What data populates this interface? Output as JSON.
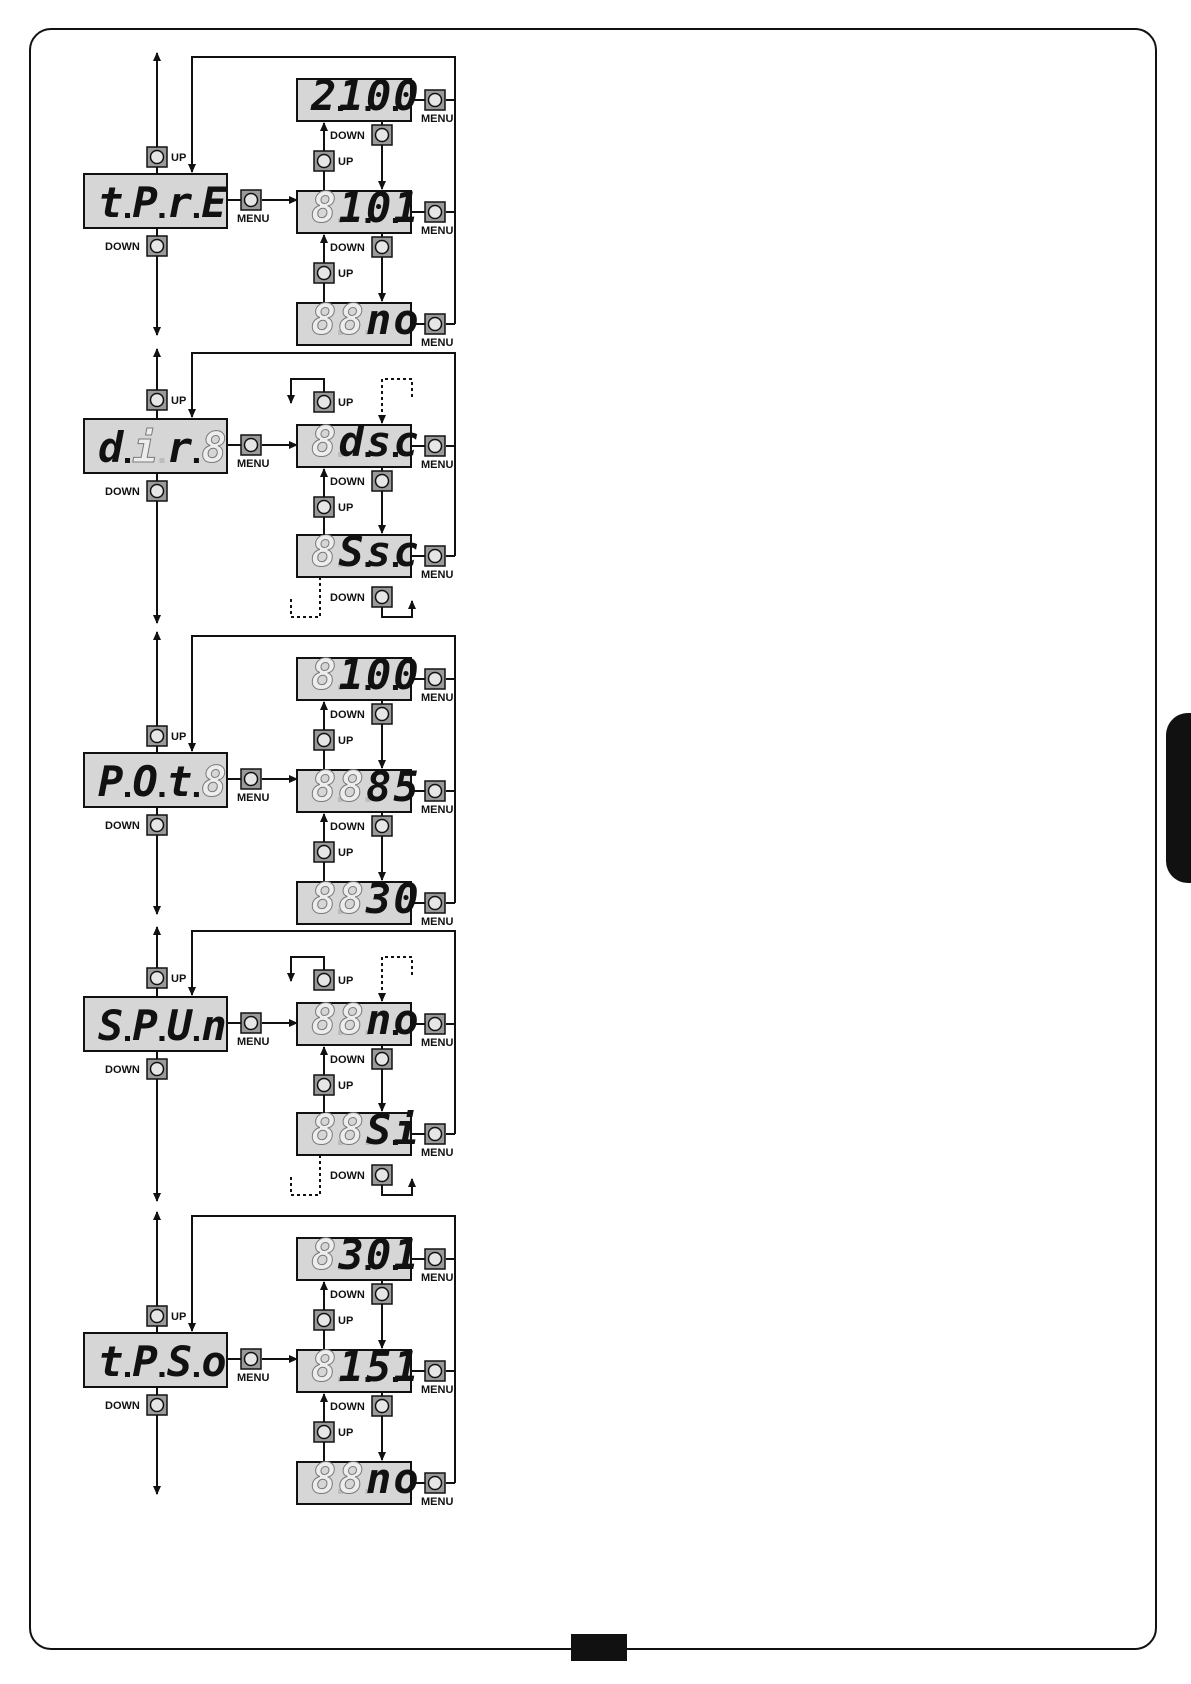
{
  "labels": {
    "up": "UP",
    "down": "DOWN",
    "menu": "MENU"
  },
  "colors": {
    "display_fill": "#d6d6d6",
    "button_fill": "#9a9a9a",
    "ink": "#111111"
  },
  "blocks": [
    {
      "id": "tprE",
      "param": [
        [
          "t",
          true,
          true
        ],
        [
          "P",
          true,
          true
        ],
        [
          "r",
          true,
          true
        ],
        [
          "E",
          true,
          false
        ]
      ],
      "values": [
        [
          [
            "2",
            true,
            true
          ],
          [
            "1",
            true,
            true
          ],
          [
            "0",
            true,
            true
          ],
          [
            "0",
            true,
            false
          ]
        ],
        [
          [
            "8",
            false,
            true
          ],
          [
            "1",
            true,
            true
          ],
          [
            "0",
            true,
            true
          ],
          [
            "1",
            true,
            false
          ]
        ],
        [
          [
            "8",
            false,
            true
          ],
          [
            "8",
            false,
            true
          ],
          [
            "n",
            true,
            false
          ],
          [
            "o",
            true,
            false
          ]
        ]
      ],
      "kind": "vertical"
    },
    {
      "id": "dir",
      "param": [
        [
          "d",
          true,
          true
        ],
        [
          "i",
          false,
          true
        ],
        [
          "r",
          true,
          true
        ],
        [
          "8",
          false,
          false
        ]
      ],
      "values": [
        [
          [
            "8",
            false,
            true
          ],
          [
            "d",
            true,
            true
          ],
          [
            "s",
            true,
            true
          ],
          [
            "c",
            true,
            false
          ]
        ],
        [
          [
            "8",
            false,
            true
          ],
          [
            "S",
            true,
            true
          ],
          [
            "s",
            true,
            true
          ],
          [
            "c",
            true,
            false
          ]
        ]
      ],
      "kind": "loop"
    },
    {
      "id": "Pot",
      "param": [
        [
          "P",
          true,
          true
        ],
        [
          "O",
          true,
          true
        ],
        [
          "t",
          true,
          true
        ],
        [
          "8",
          false,
          false
        ]
      ],
      "values": [
        [
          [
            "8",
            false,
            true
          ],
          [
            "1",
            true,
            true
          ],
          [
            "0",
            true,
            true
          ],
          [
            "0",
            true,
            false
          ]
        ],
        [
          [
            "8",
            false,
            true
          ],
          [
            "8",
            false,
            true
          ],
          [
            "8",
            true,
            false
          ],
          [
            "5",
            true,
            false
          ]
        ],
        [
          [
            "8",
            false,
            true
          ],
          [
            "8",
            false,
            true
          ],
          [
            "3",
            true,
            false
          ],
          [
            "0",
            true,
            false
          ]
        ]
      ],
      "kind": "vertical"
    },
    {
      "id": "SPUn",
      "param": [
        [
          "S",
          true,
          true
        ],
        [
          "P",
          true,
          true
        ],
        [
          "U",
          true,
          true
        ],
        [
          "n",
          true,
          false
        ]
      ],
      "values": [
        [
          [
            "8",
            false,
            true
          ],
          [
            "8",
            false,
            true
          ],
          [
            "n",
            true,
            true
          ],
          [
            "o",
            true,
            false
          ]
        ],
        [
          [
            "8",
            false,
            true
          ],
          [
            "8",
            false,
            true
          ],
          [
            "S",
            true,
            true
          ],
          [
            "i",
            true,
            false
          ]
        ]
      ],
      "kind": "loop"
    },
    {
      "id": "tPSo",
      "param": [
        [
          "t",
          true,
          true
        ],
        [
          "P",
          true,
          true
        ],
        [
          "S",
          true,
          true
        ],
        [
          "o",
          true,
          false
        ]
      ],
      "values": [
        [
          [
            "8",
            false,
            true
          ],
          [
            "3",
            true,
            true
          ],
          [
            "0",
            true,
            true
          ],
          [
            "1",
            true,
            false
          ]
        ],
        [
          [
            "8",
            false,
            true
          ],
          [
            "1",
            true,
            true
          ],
          [
            "5",
            true,
            true
          ],
          [
            "1",
            true,
            false
          ]
        ],
        [
          [
            "8",
            false,
            true
          ],
          [
            "8",
            false,
            true
          ],
          [
            "n",
            true,
            false
          ],
          [
            "o",
            true,
            false
          ]
        ]
      ],
      "kind": "vertical"
    }
  ]
}
